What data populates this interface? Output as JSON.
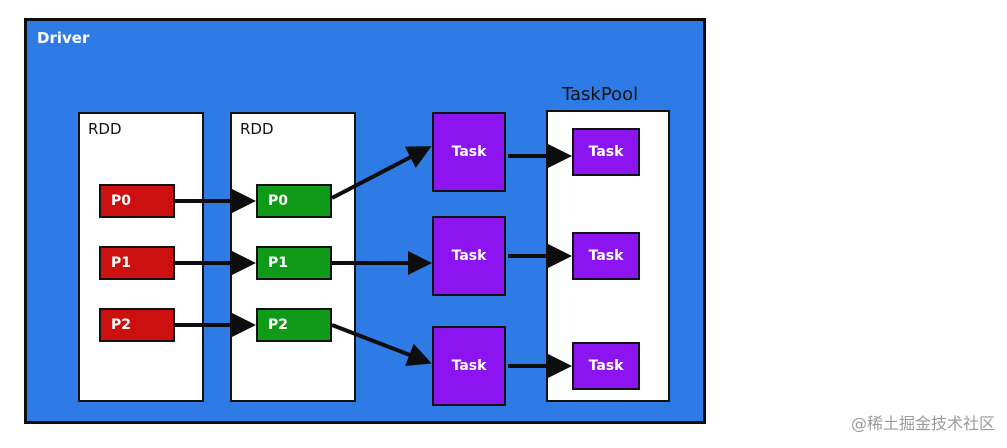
{
  "driver_label": "Driver",
  "rdd_left": {
    "label": "RDD",
    "partitions": [
      "P0",
      "P1",
      "P2"
    ]
  },
  "rdd_right": {
    "label": "RDD",
    "partitions": [
      "P0",
      "P1",
      "P2"
    ]
  },
  "tasks": [
    "Task",
    "Task",
    "Task"
  ],
  "task_pool": {
    "title": "TaskPool",
    "tasks": [
      "Task",
      "Task",
      "Task"
    ]
  },
  "watermark": "@稀土掘金技术社区",
  "colors": {
    "driver_bg": "#2f7be6",
    "rdd_left_partition": "#cc0f0f",
    "rdd_right_partition": "#0f9a17",
    "task": "#8b14f0"
  }
}
